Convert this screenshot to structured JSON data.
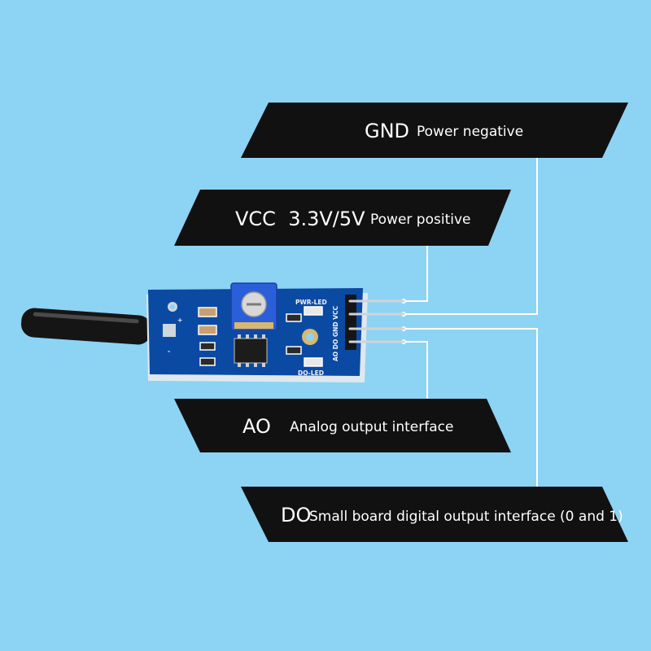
{
  "labels": {
    "gnd": {
      "code": "GND",
      "text": "Power negative"
    },
    "vcc": {
      "code": "VCC  3.3V/5V",
      "text": "Power positive"
    },
    "ao": {
      "code": "AO",
      "text": "Analog output interface"
    },
    "do": {
      "code": "DO",
      "text": "Small board digital output interface (0 and 1)"
    }
  },
  "board": {
    "pwr_led": "PWR-LED",
    "do_led": "DO-LED",
    "pins": "AO DO GND VCC",
    "plus": "+",
    "minus": "-"
  },
  "colors": {
    "background": "#8dd3f4",
    "banner": "#111111",
    "pcb": "#0b4aa3",
    "potentiometer": "#2b5fd9",
    "connector_line": "#ffffff"
  }
}
